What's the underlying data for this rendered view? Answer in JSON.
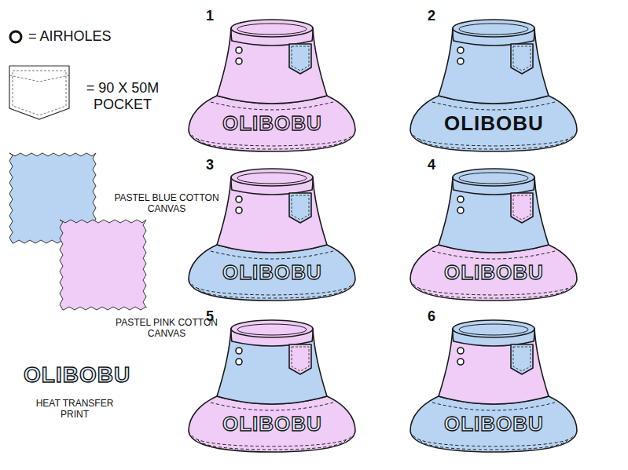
{
  "diagram": {
    "nodes": [
      {
        "text": [
          "1",
          "OLIBOBU"
        ]
      },
      {
        "text": [
          "2",
          "OLIBOBU"
        ]
      },
      {
        "text": [
          "3",
          "OLIBOBU"
        ]
      },
      {
        "text": [
          "4",
          "OLIBOBU"
        ]
      },
      {
        "text": [
          "5",
          "OLIBOBU"
        ]
      },
      {
        "text": [
          "6",
          "OLIBOBU"
        ]
      }
    ],
    "labels": [
      "OLIBOBU"
    ],
    "legend": [
      {
        "text": "= AIRHOLES"
      },
      {
        "text": "= 90 X 50M POCKET"
      },
      {
        "text": "PASTEL BLUE COTTON CANVAS",
        "color": "#b8d4f2"
      },
      {
        "text": "PASTEL PINK COTTON CANVAS",
        "color": "#efcdf6"
      },
      {
        "text": "HEAT TRANSFER PRINT"
      }
    ]
  }
}
